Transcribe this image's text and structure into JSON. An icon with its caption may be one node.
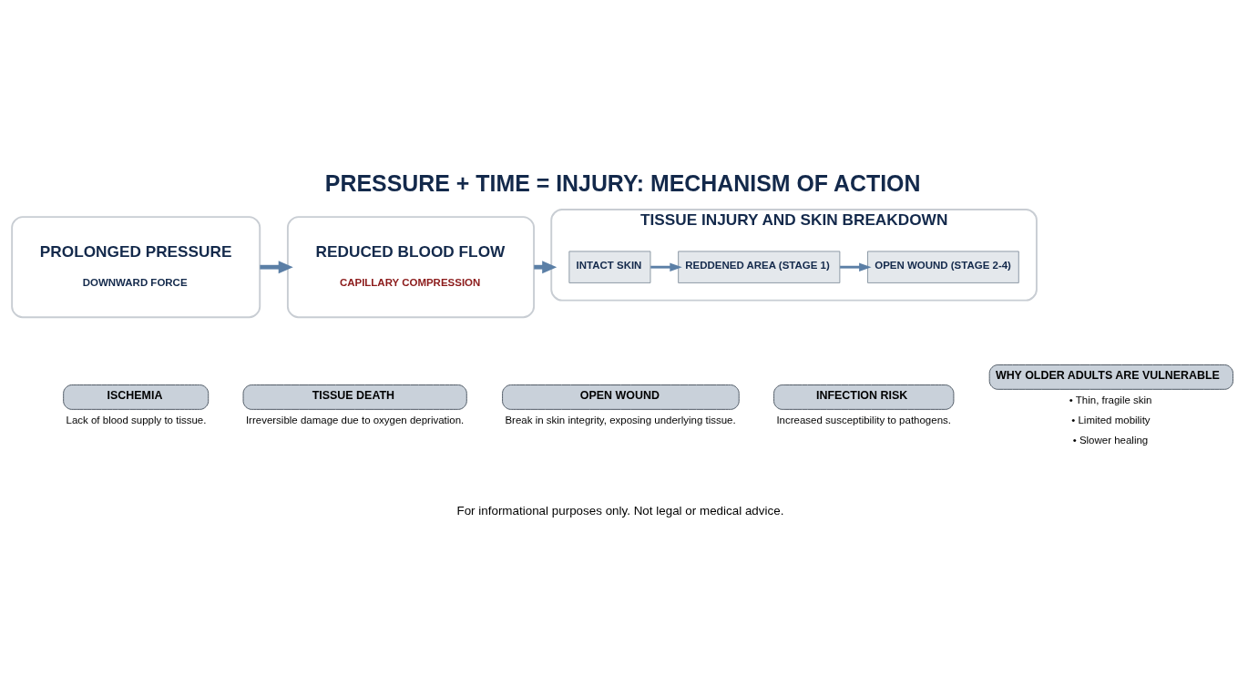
{
  "diagram": {
    "title": "PRESSURE + TIME = INJURY: MECHANISM OF ACTION",
    "nodes": [
      {
        "text": [
          "PROLONGED PRESSURE",
          "DOWNWARD FORCE"
        ]
      },
      {
        "text": [
          "REDUCED BLOOD FLOW",
          "CAPILLARY COMPRESSION"
        ]
      },
      {
        "text": [
          "TISSUE INJURY AND SKIN BREAKDOWN"
        ]
      },
      {
        "text": [
          "INTACT SKIN"
        ],
        "in": 2
      },
      {
        "text": [
          "REDDENED AREA (STAGE 1)"
        ],
        "in": 2
      },
      {
        "text": [
          "OPEN WOUND (STAGE 2-4)"
        ],
        "in": 2
      },
      {
        "text": [
          "ISCHEMIA",
          "Lack of blood supply to tissue."
        ]
      },
      {
        "text": [
          "TISSUE DEATH",
          "Irreversible damage due to oxygen deprivation."
        ]
      },
      {
        "text": [
          "OPEN WOUND",
          "Break in skin integrity, exposing underlying tissue."
        ]
      },
      {
        "text": [
          "INFECTION RISK",
          "Increased susceptibility to pathogens."
        ]
      },
      {
        "text": [
          "WHY OLDER ADULTS ARE VULNERABLE",
          "• Thin, fragile skin",
          "• Limited mobility",
          "• Slower healing"
        ]
      }
    ],
    "edges": [
      {
        "from": 0,
        "to": 1,
        "arrow": "to"
      },
      {
        "from": 1,
        "to": 2,
        "arrow": "to"
      },
      {
        "from": 3,
        "to": 4,
        "arrow": "to"
      },
      {
        "from": 4,
        "to": 5,
        "arrow": "to"
      }
    ],
    "labels": [
      "For informational purposes only. Not legal or medical advice."
    ]
  }
}
